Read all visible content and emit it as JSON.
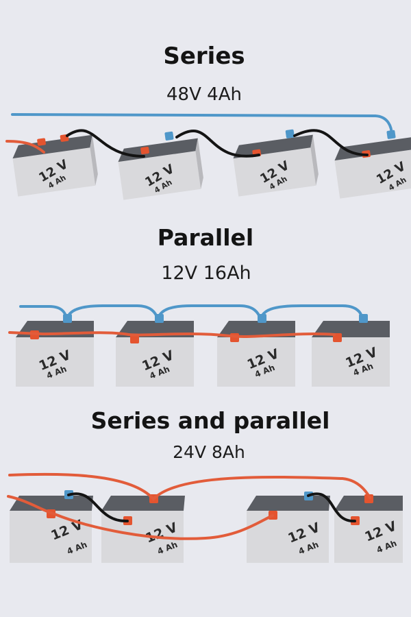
{
  "sections": [
    {
      "title": "Series",
      "spec": "48V  4Ah",
      "batteries": [
        {
          "voltage": "12 V",
          "capacity": "4 Ah"
        },
        {
          "voltage": "12 V",
          "capacity": "4 Ah"
        },
        {
          "voltage": "12 V",
          "capacity": "4 Ah"
        },
        {
          "voltage": "12 V",
          "capacity": "4 Ah"
        }
      ]
    },
    {
      "title": "Parallel",
      "spec": "12V 16Ah",
      "batteries": [
        {
          "voltage": "12 V",
          "capacity": "4 Ah"
        },
        {
          "voltage": "12 V",
          "capacity": "4 Ah"
        },
        {
          "voltage": "12 V",
          "capacity": "4 Ah"
        },
        {
          "voltage": "12 V",
          "capacity": "4 Ah"
        }
      ]
    },
    {
      "title": "Series and parallel",
      "spec": "24V 8Ah",
      "batteries": [
        {
          "voltage": "12 V",
          "capacity": "4 Ah"
        },
        {
          "voltage": "12 V",
          "capacity": "4 Ah"
        },
        {
          "voltage": "12 V",
          "capacity": "4 Ah"
        },
        {
          "voltage": "12 V",
          "capacity": "4 Ah"
        }
      ]
    }
  ],
  "colors": {
    "background": "#e8e9ef",
    "battery_top": "#5a5d63",
    "battery_body": "#d9d9dc",
    "positive_terminal": "#e4542f",
    "negative_terminal": "#4f97c9",
    "wire_positive": "#e25c3a",
    "wire_negative": "#4f97c9",
    "wire_link": "#141414"
  }
}
